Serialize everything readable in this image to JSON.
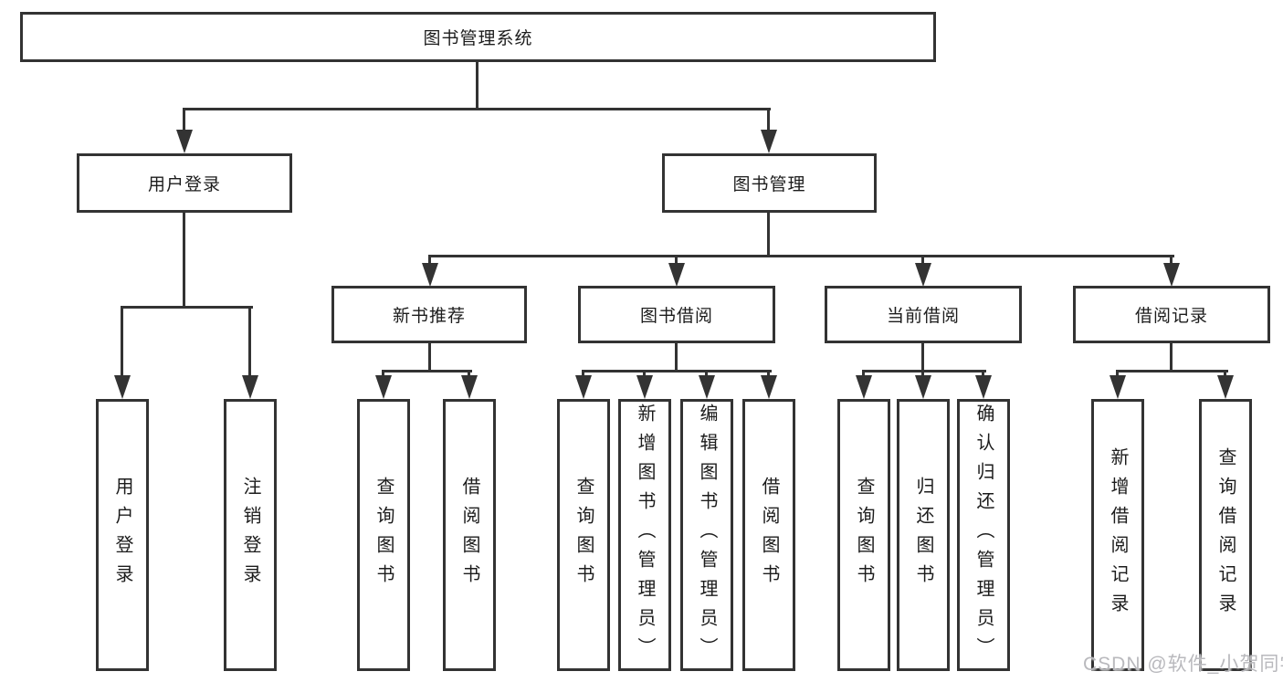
{
  "diagram": {
    "watermark": "CSDN @软件_小贺同学",
    "colors": {
      "line": "#333333",
      "border": "#333333",
      "text": "#1c1c1c",
      "background": "#ffffff",
      "watermark": "#b9b9bd"
    },
    "tree": {
      "root": "图书管理系统",
      "branches": [
        {
          "label": "用户登录",
          "children": [
            "用户登录",
            "注销登录"
          ]
        },
        {
          "label": "图书管理",
          "sections": [
            {
              "label": "新书推荐",
              "children": [
                "查询图书",
                "借阅图书"
              ]
            },
            {
              "label": "图书借阅",
              "children": [
                "查询图书",
                "新增图书（管理员）",
                "编辑图书（管理员）",
                "借阅图书"
              ]
            },
            {
              "label": "当前借阅",
              "children": [
                "查询图书",
                "归还图书",
                "确认归还（管理员）"
              ]
            },
            {
              "label": "借阅记录",
              "children": [
                "新增借阅记录",
                "查询借阅记录"
              ]
            }
          ]
        }
      ]
    }
  }
}
